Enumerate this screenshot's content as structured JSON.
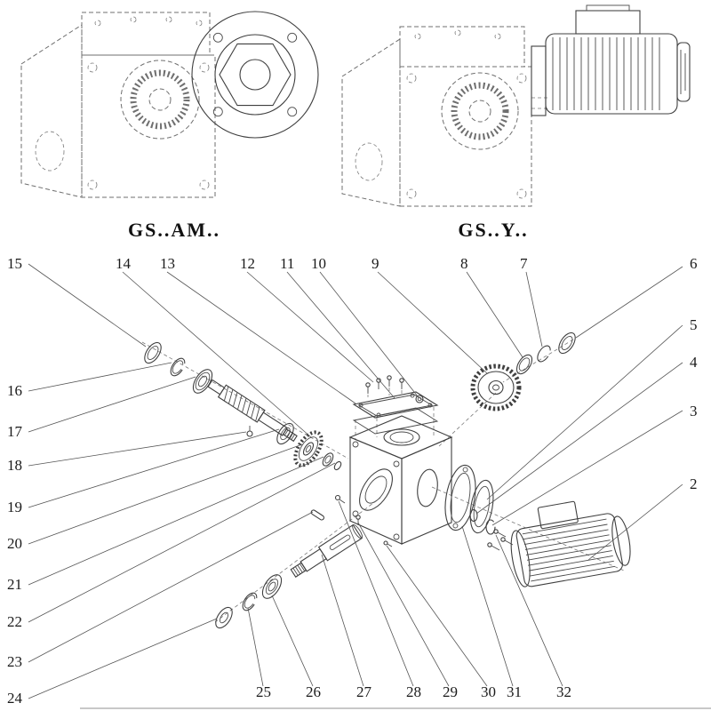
{
  "titles": {
    "left": "GS..AM..",
    "right": "GS..Y.."
  },
  "callouts": {
    "2": "2",
    "3": "3",
    "4": "4",
    "5": "5",
    "6": "6",
    "7": "7",
    "8": "8",
    "9": "9",
    "10": "10",
    "11": "11",
    "12": "12",
    "13": "13",
    "14": "14",
    "15": "15",
    "16": "16",
    "17": "17",
    "18": "18",
    "19": "19",
    "20": "20",
    "21": "21",
    "22": "22",
    "23": "23",
    "24": "24",
    "25": "25",
    "26": "26",
    "27": "27",
    "28": "28",
    "29": "29",
    "30": "30",
    "31": "31",
    "32": "32"
  },
  "colors": {
    "line": "#3f3f3f",
    "dashed_line": "#6f6f6f",
    "leader_line": "#555555",
    "background": "#ffffff"
  }
}
